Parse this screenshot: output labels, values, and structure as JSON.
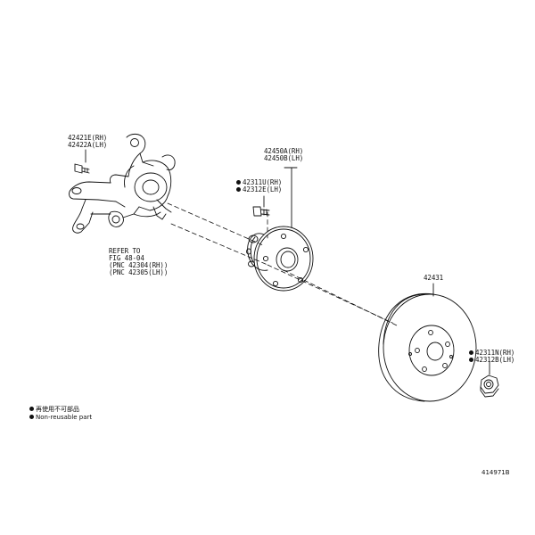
{
  "parts": {
    "knuckle_bolt": [
      "42421E(RH)",
      "42422A(LH)"
    ],
    "hub_assembly": [
      "42450A(RH)",
      "42450B(LH)"
    ],
    "hub_bolt": [
      "42311U(RH)",
      "42312E(LH)"
    ],
    "disc": "42431",
    "disc_nut": [
      "42311N(RH)",
      "42312B(LH)"
    ]
  },
  "reference": {
    "line1": "REFER TO",
    "line2": "FIG 48-04",
    "line3": "(PNC 42304(RH))",
    "line4": "(PNC 42305(LH))"
  },
  "legend": {
    "jp": "再使用不可部品",
    "en": "Non-reusable part"
  },
  "figure_id": "414971B"
}
